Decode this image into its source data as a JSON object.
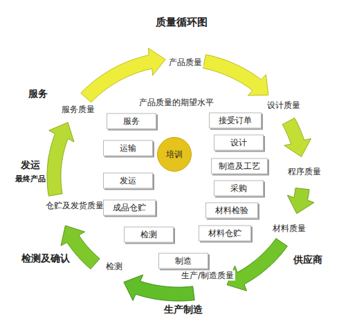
{
  "diagram": {
    "title": "质量循环图",
    "nodes": [
      {
        "text": [
          "服务"
        ]
      },
      {
        "text": [
          "接受订单"
        ]
      },
      {
        "text": [
          "运输"
        ]
      },
      {
        "text": [
          "设计"
        ]
      },
      {
        "text": [
          "培训"
        ]
      },
      {
        "text": [
          "制造及工艺"
        ]
      },
      {
        "text": [
          "发运"
        ]
      },
      {
        "text": [
          "采购"
        ]
      },
      {
        "text": [
          "成品仓贮"
        ]
      },
      {
        "text": [
          "材料检验"
        ]
      },
      {
        "text": [
          "检测"
        ]
      },
      {
        "text": [
          "材料仓贮"
        ]
      },
      {
        "text": [
          "制造"
        ]
      }
    ],
    "labels": [
      "产品质量",
      "产品质量的期望水平",
      "服务",
      "服务质量",
      "设计质量",
      "程序质量",
      "发运",
      "最终产品",
      "仓贮及发货质量",
      "材料质量",
      "检测及确认",
      "检测",
      "供应商",
      "生产/制造质量",
      "生产制造"
    ]
  }
}
